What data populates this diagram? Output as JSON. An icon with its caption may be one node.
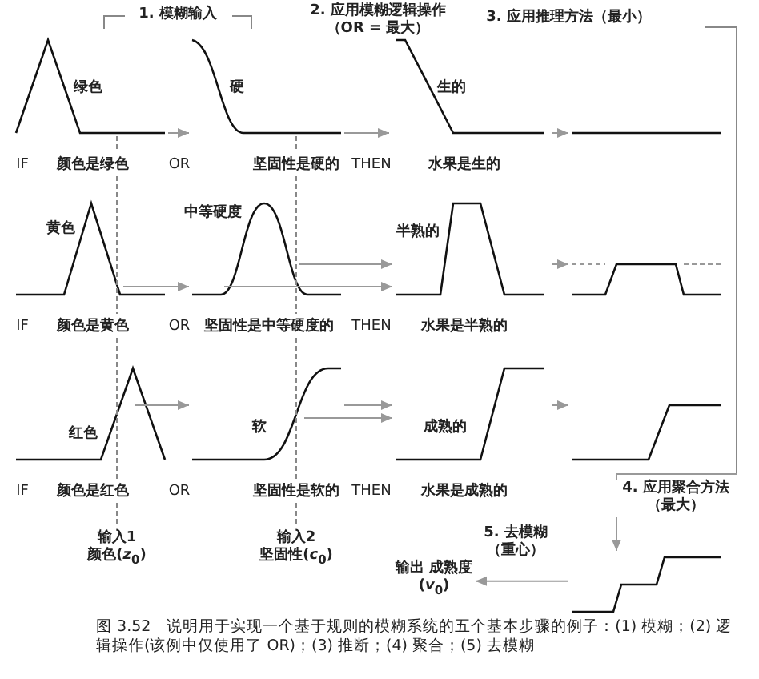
{
  "diagram": {
    "caption": "图 3.52　说明用于实现一个基于规则的模糊系统的五个基本步骤的例子：(1) 模糊；(2) 逻辑操作(该例中仅使用了 OR)；(3) 推断；(4) 聚合；(5) 去模糊",
    "nodes": [
      {
        "text": [],
        "shape": "plot"
      },
      {
        "text": [
          "输出 成熟度(*v*$_{0}$)"
        ]
      }
    ],
    "edges": [
      {
        "from": null,
        "to": 0,
        "arrow": "to",
        "label": "4. 应用聚合方法（最大）"
      },
      {
        "from": 0,
        "to": 1,
        "arrow": "to",
        "label": "5. 去模糊（重心）"
      }
    ],
    "labels": [
      "1. 模糊输入",
      "2. 应用模糊逻辑操作（OR = 最大）",
      "3. 应用推理方法（最小）",
      "绿色",
      "硬",
      "生的",
      "IF",
      "颜色是绿色",
      "OR",
      "坚固性是硬的",
      "THEN",
      "水果是生的",
      "黄色",
      "中等硬度",
      "半熟的",
      "IF",
      "颜色是黄色",
      "OR",
      "坚固性是中等硬度的",
      "THEN",
      "水果是半熟的",
      "红色",
      "软",
      "成熟的",
      "IF",
      "颜色是红色",
      "OR",
      "坚固性是软的",
      "THEN",
      "水果是成熟的",
      "输入1 颜色(*z*$_{0}$)",
      "输入2 坚固性(*c*$_{0}$)"
    ]
  }
}
